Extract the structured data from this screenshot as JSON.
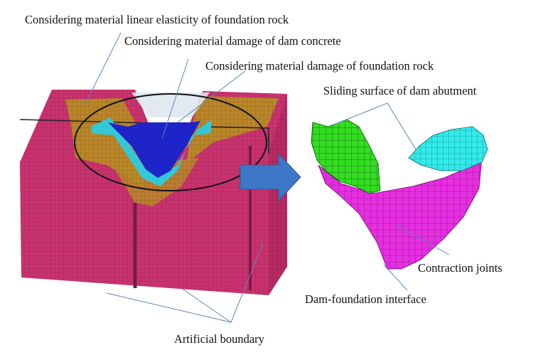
{
  "labels": {
    "rock_linear": "Considering material linear elasticity of foundation rock",
    "dam_damage": "Considering material damage of dam concrete",
    "rock_damage": "Considering material damage of foundation rock",
    "sliding_surface": "Sliding surface of dam abutment",
    "contraction_joints": "Contraction joints",
    "dam_interface": "Dam-foundation interface",
    "artificial_boundary": "Artificial boundary"
  },
  "colors": {
    "foundation_rock": "#c8336e",
    "rock_damage_zone": "#b98a26",
    "dam_concrete": "#1f24c8",
    "interface": "#33c8d6",
    "sliding_green": "#33dd22",
    "sliding_cyan": "#33eaea",
    "dam_magenta": "#e62ee0",
    "arrow": "#3d78c8",
    "leader": "#5b86b8"
  }
}
